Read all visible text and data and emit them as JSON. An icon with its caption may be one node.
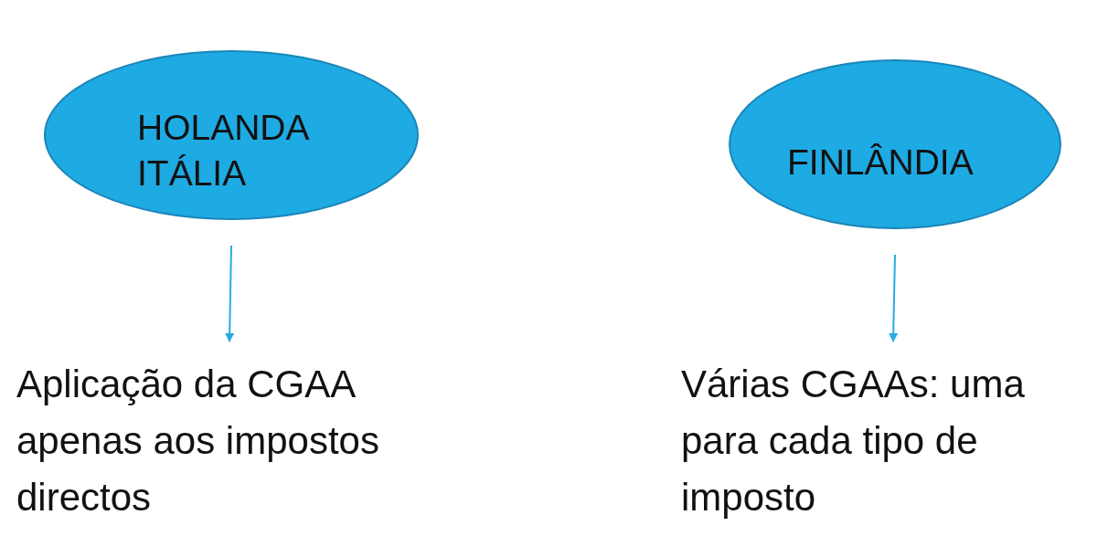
{
  "diagram": {
    "nodes": [
      {
        "text": [
          "HOLANDA",
          "ITÁLIA"
        ]
      },
      {
        "text": [
          "FINLÂNDIA"
        ]
      },
      {
        "text": [
          "Aplicação da CGAA apenas aos impostos directos"
        ]
      },
      {
        "text": [
          "Várias CGAAs: uma para cada tipo de imposto"
        ]
      }
    ],
    "edges": [
      {
        "from": 0,
        "to": 2,
        "arrow": "to"
      },
      {
        "from": 1,
        "to": 3,
        "arrow": "to"
      }
    ]
  }
}
